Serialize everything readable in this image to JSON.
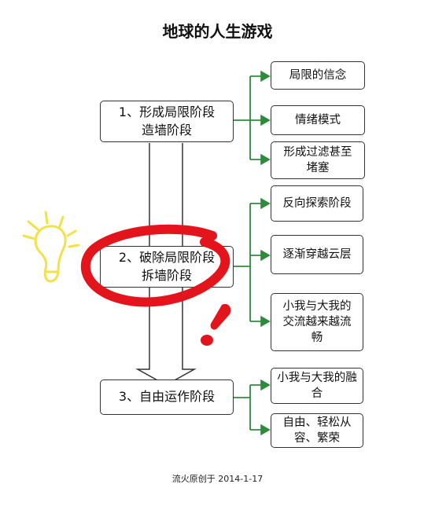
{
  "title": "地球的人生游戏",
  "stages": [
    {
      "line1": "1、形成局限阶段",
      "line2": "造墙阶段"
    },
    {
      "line1": "2、破除局限阶段",
      "line2": "拆墙阶段"
    },
    {
      "line1": "3、自由运作阶段",
      "line2": ""
    }
  ],
  "substeps": [
    [
      "局限的信念",
      "情绪模式",
      "形成过滤甚至堵塞"
    ],
    [
      "反向探索阶段",
      "逐渐穿越云层",
      "小我与大我的交流越来越流畅"
    ],
    [
      "小我与大我的融合",
      "自由、轻松从容、繁荣"
    ]
  ],
  "footer": "流火原创于 2014-1-17",
  "colors": {
    "connector": "#2e8b3e",
    "box_border": "#333333",
    "marker_red": "#e3141b",
    "bulb_yellow": "#f1e24a"
  }
}
